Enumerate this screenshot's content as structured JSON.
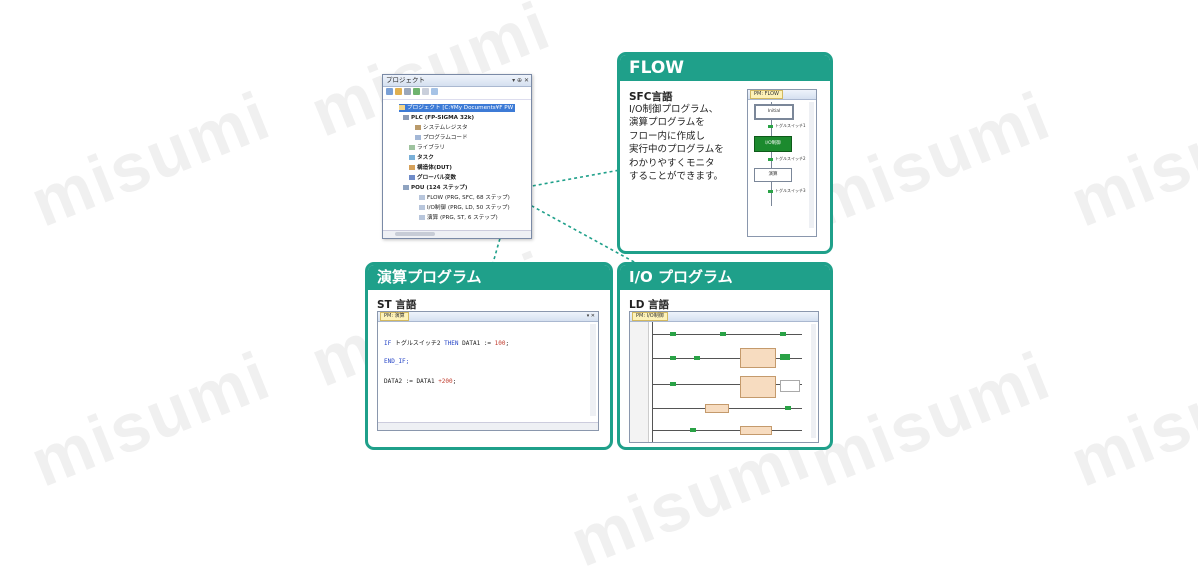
{
  "watermark": "misumi",
  "project": {
    "title": "プロジェクト",
    "title_controls": "▾ ⊕ ✕",
    "rows": [
      "プロジェクト [C:¥My Documents¥F PW",
      "PLC (FP-SIGMA 32k)",
      "システムレジスタ",
      "プログラムコード",
      "ライブラリ",
      "タスク",
      "構造体(DUT)",
      "グローバル変数",
      "POU (124 ステップ)",
      "FLOW (PRG, SFC, 68 ステップ)",
      "I/O制御 (PRG, LD, 50 ステップ)",
      "演算 (PRG, ST, 6 ステップ)"
    ]
  },
  "flow_card": {
    "heading": "FLOW",
    "subheading": "SFC言語",
    "description": "I/O制御プログラム、\n演算プログラムを\nフロー内に作成し\n実行中のプログラムを\nわかりやすくモニタ\nすることができます。",
    "window_tab": "PM: FLOW",
    "steps": [
      "Initial",
      "I/O制御",
      "演算"
    ],
    "transitions": [
      "トグルスイッチ1",
      "トグルスイッチ2",
      "トグルスイッチ3"
    ]
  },
  "st_card": {
    "heading": "演算プログラム",
    "subheading": "ST 言語",
    "window_tab": "PM: 演算",
    "lines": {
      "l1_kw1": "IF",
      "l1_cond": " トグルスイッチ2 ",
      "l1_kw2": "THEN",
      "l1_assign": " DATA1 := ",
      "l1_num": "100",
      "l1_end": ";",
      "l2": "END_IF;",
      "l3_assign": "DATA2 := DATA1 ",
      "l3_num": "+200",
      "l3_end": ";"
    }
  },
  "io_card": {
    "heading": "I/O プログラム",
    "subheading": "LD 言語",
    "window_tab": "PM: I/O制御"
  },
  "colors": {
    "accent": "#1fa08a",
    "connector": "#1fa08a",
    "selection": "#3d7bd6",
    "active_step": "#1c8a2e"
  }
}
